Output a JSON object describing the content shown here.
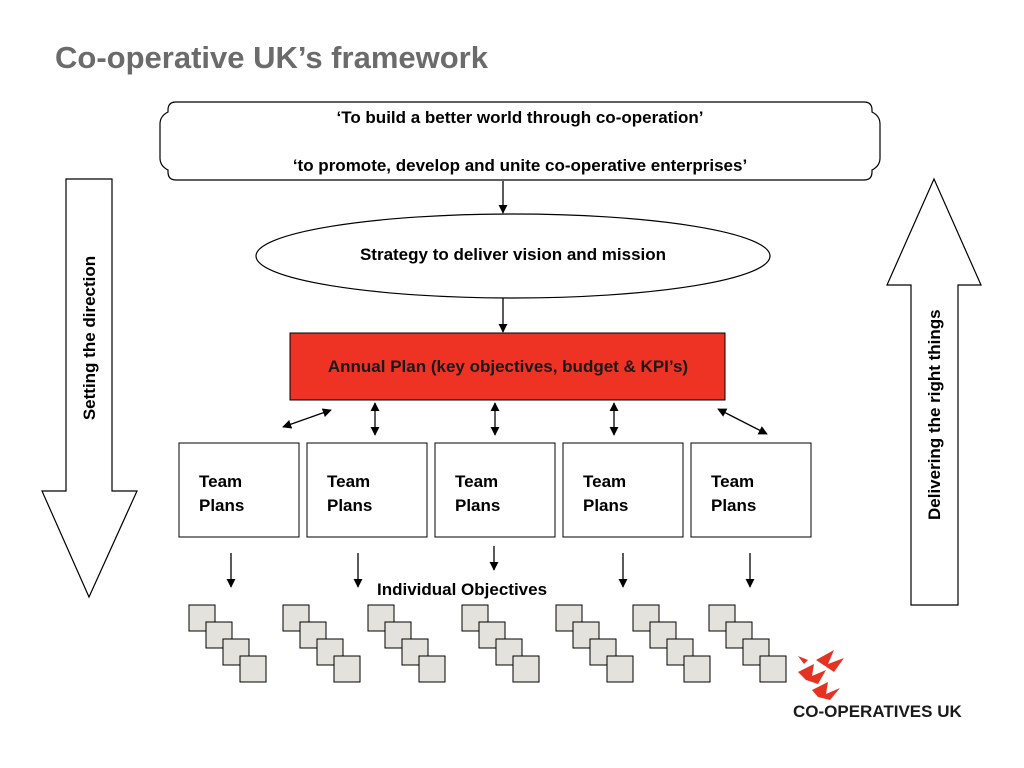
{
  "title": "Co-operative UK’s framework",
  "vision": {
    "line1": "‘To build a better world through co-operation’",
    "line2": "‘to promote, develop and unite co-operative enterprises’"
  },
  "strategy": {
    "label": "Strategy to deliver vision and mission"
  },
  "annual_plan": {
    "label": "Annual Plan (key objectives, budget & KPI’s)",
    "fill": "#ee3224"
  },
  "team_plans": [
    {
      "line1": "Team",
      "line2": "Plans"
    },
    {
      "line1": "Team",
      "line2": "Plans"
    },
    {
      "line1": "Team",
      "line2": "Plans"
    },
    {
      "line1": "Team",
      "line2": "Plans"
    },
    {
      "line1": "Team",
      "line2": "Plans"
    }
  ],
  "individual_objectives": {
    "label": "Individual Objectives"
  },
  "side_arrows": {
    "left": {
      "label": "Setting the direction",
      "direction": "down"
    },
    "right": {
      "label": "Delivering the right things",
      "direction": "up"
    }
  },
  "logo": {
    "text": "CO-OPERATIVES UK",
    "accent": "#e53323"
  },
  "colors": {
    "title": "#6b6b6b",
    "small_box_fill": "#e4e2dc"
  }
}
